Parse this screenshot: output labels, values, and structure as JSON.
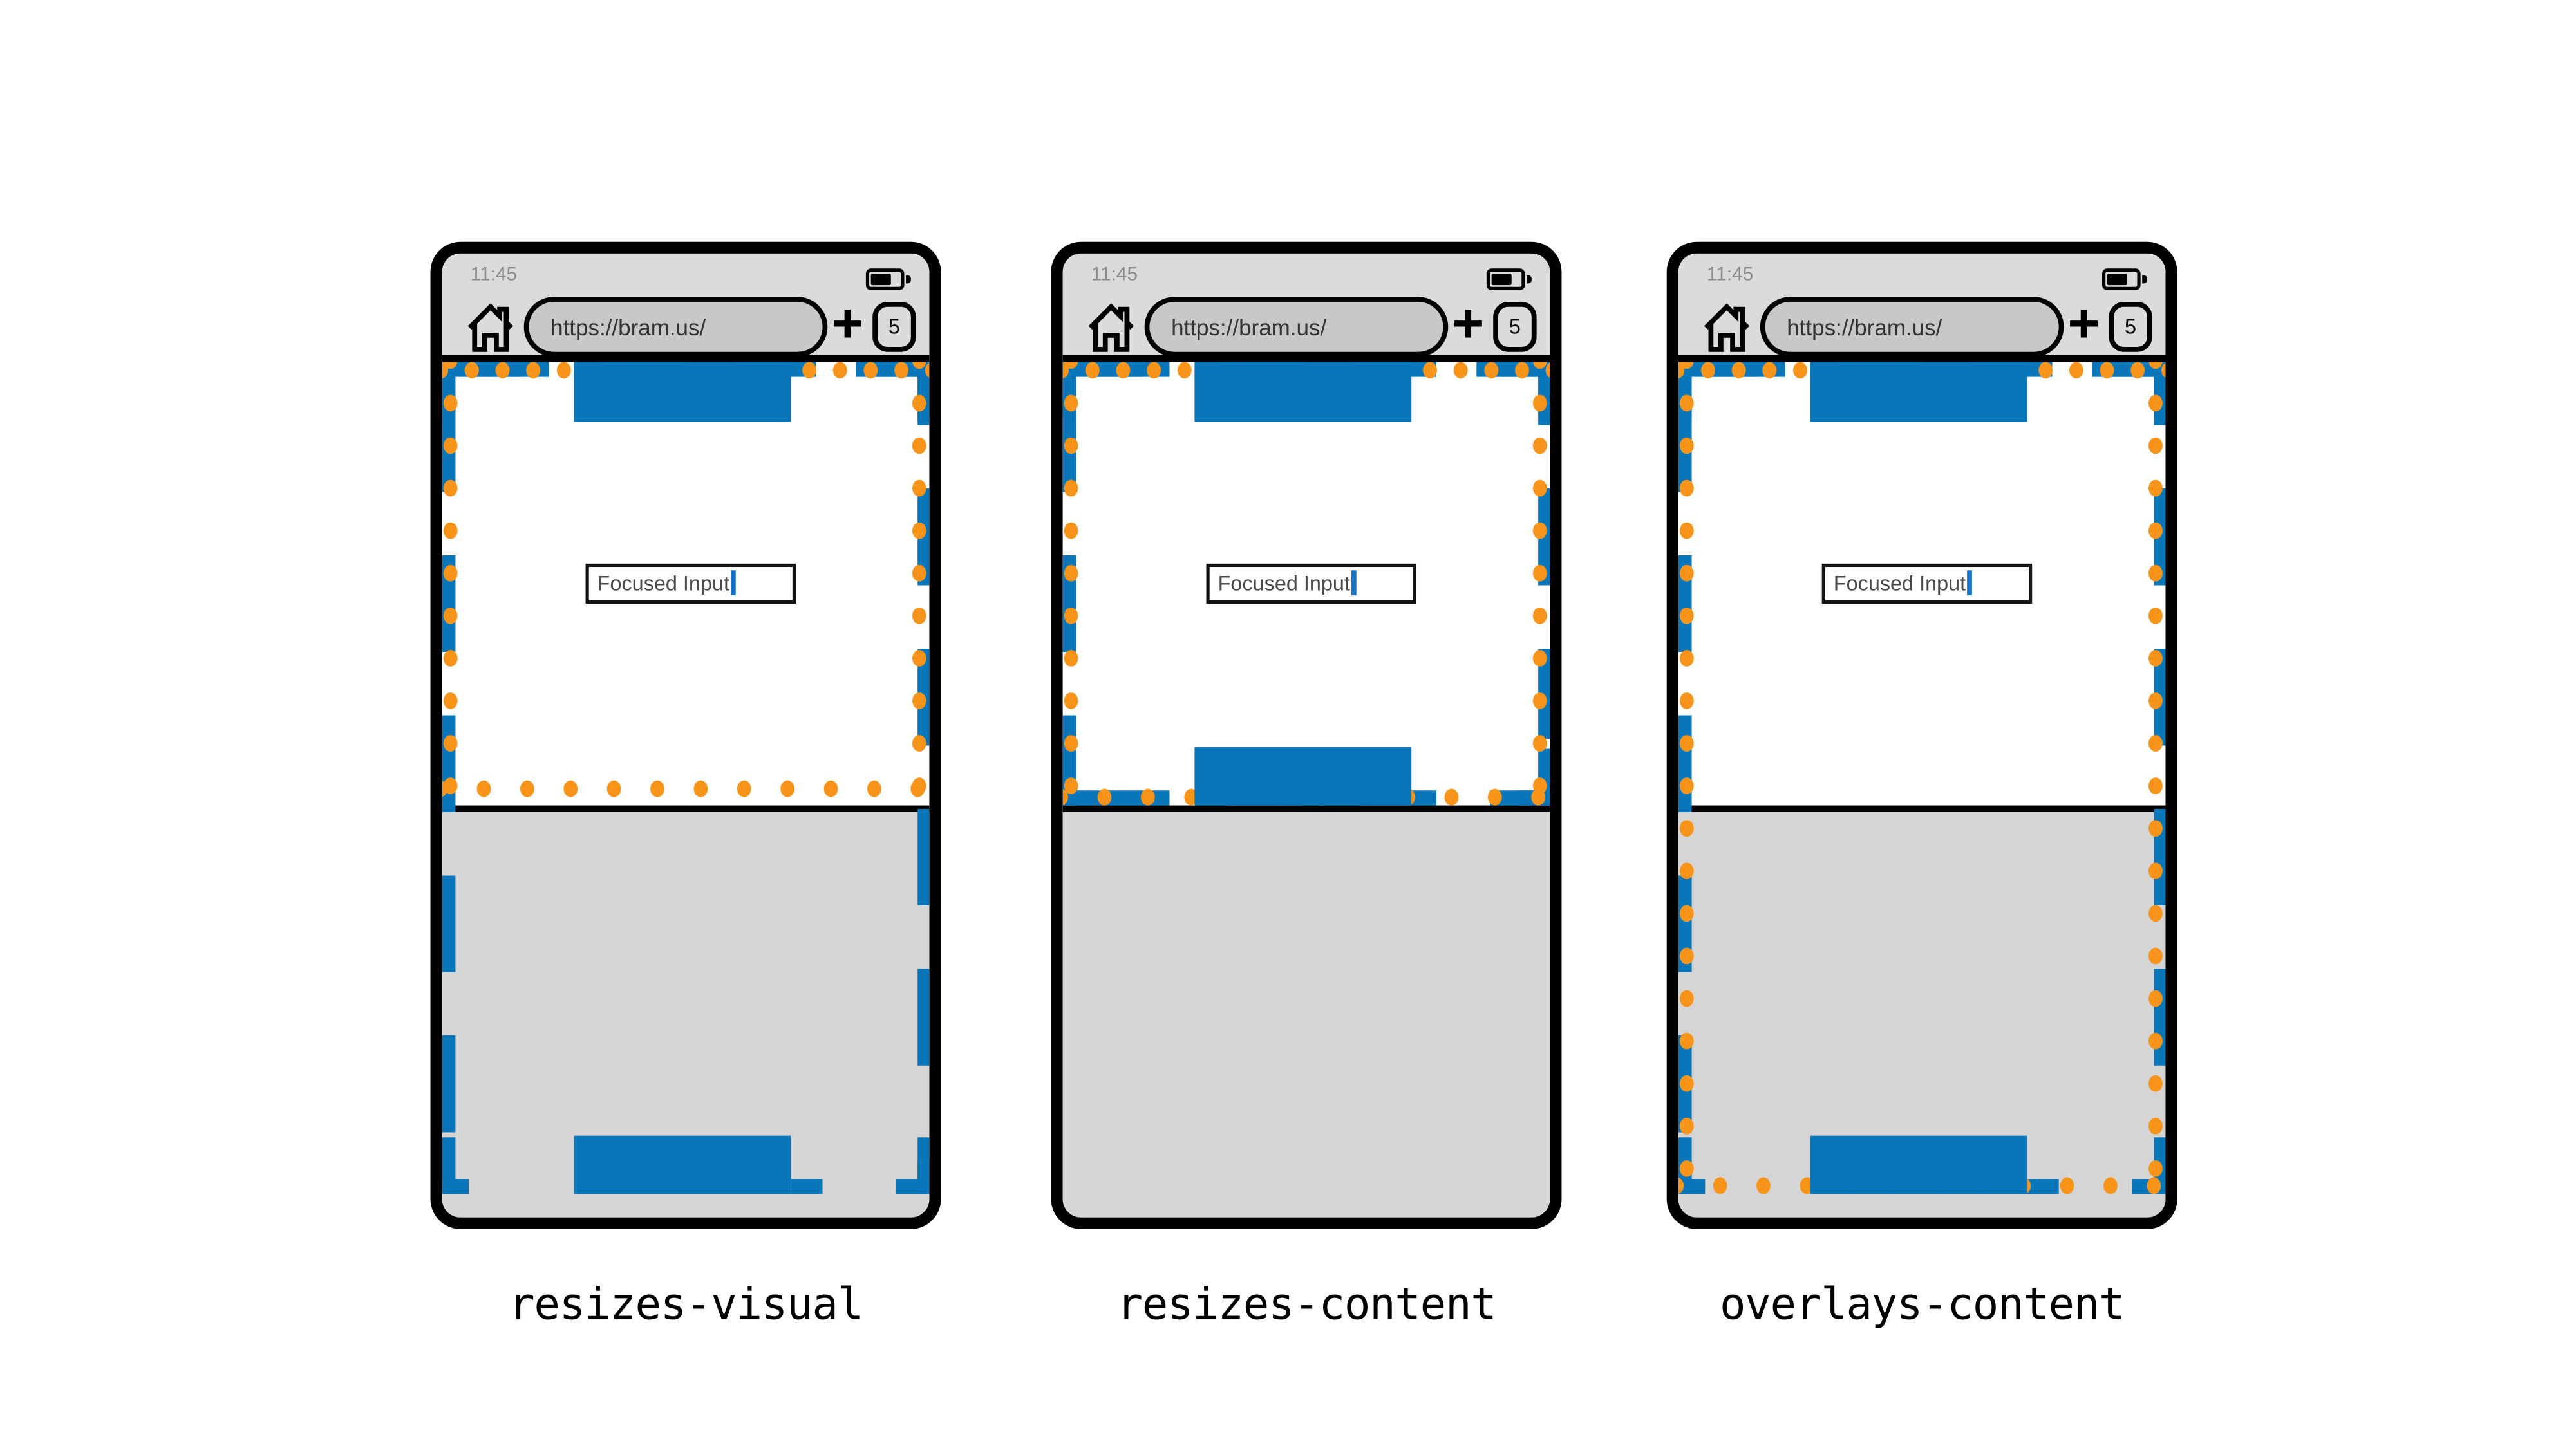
{
  "diagram": {
    "labels": [
      "resizes-visual",
      "resizes-content",
      "overlays-content"
    ]
  },
  "browser": {
    "status_time": "11:45",
    "url": "https://bram.us/",
    "new_tab_label": "+",
    "tab_count": "5"
  },
  "page": {
    "input_value": "Focused Input"
  },
  "icons": {
    "home": "home-icon",
    "battery": "battery-icon",
    "new_tab": "plus-icon",
    "viewport_dots": "orange-dot",
    "viewport_dashes": "blue-dash"
  },
  "colors": {
    "blue": "#0A76BA",
    "orange": "#F9941A",
    "chrome": "#DBDBDB",
    "pill": "#C8C8C8",
    "kbgray": "#D5D5D5",
    "timegray": "#8C8C8C",
    "caret": "#1673C9",
    "inputtext": "#4A4A4A",
    "labeltext": "#000000"
  }
}
